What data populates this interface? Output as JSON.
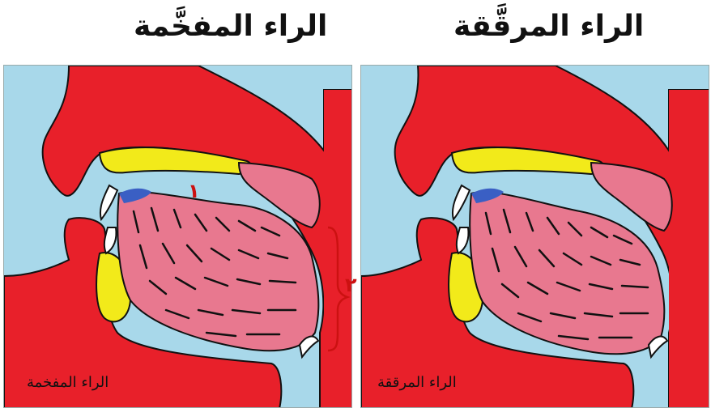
{
  "titles": {
    "left": "الراء المفخَّمة",
    "right": "الراء المرقَّقة"
  },
  "captions": {
    "left": "الراء المفخمة",
    "right": "الراء المرققة"
  },
  "markers": {
    "one": "١",
    "two": "٢"
  },
  "colors": {
    "background": "#a8d8ea",
    "flesh": "#e8202a",
    "tongue": "#e8788f",
    "bone": "#f2ea1a",
    "teeth": "#ffffff",
    "blade": "#3a5fc4",
    "outline": "#111111"
  }
}
